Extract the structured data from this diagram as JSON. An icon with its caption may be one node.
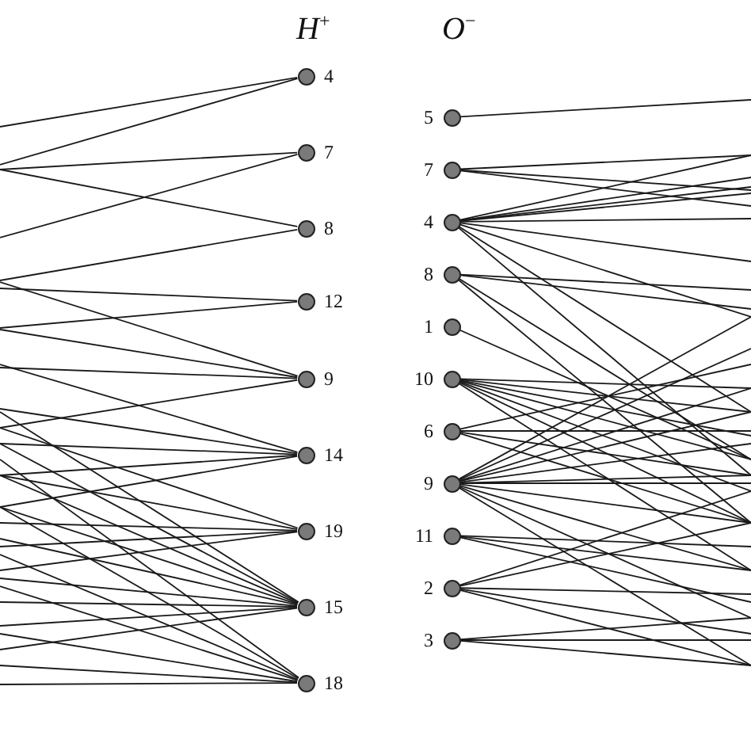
{
  "diagram": {
    "nodes": [
      {
        "text": [
          "4"
        ]
      },
      {
        "text": [
          "7"
        ]
      },
      {
        "text": [
          "8"
        ]
      },
      {
        "text": [
          "12"
        ]
      },
      {
        "text": [
          "9"
        ]
      },
      {
        "text": [
          "14"
        ]
      },
      {
        "text": [
          "19"
        ]
      },
      {
        "text": [
          "15"
        ]
      },
      {
        "text": [
          "18"
        ]
      },
      {
        "text": [
          "5"
        ]
      },
      {
        "text": [
          "7"
        ]
      },
      {
        "text": [
          "4"
        ]
      },
      {
        "text": [
          "8"
        ]
      },
      {
        "text": [
          "1"
        ]
      },
      {
        "text": [
          "10"
        ]
      },
      {
        "text": [
          "6"
        ]
      },
      {
        "text": [
          "9"
        ]
      },
      {
        "text": [
          "11"
        ]
      },
      {
        "text": [
          "2"
        ]
      },
      {
        "text": [
          "3"
        ]
      }
    ],
    "edges": [
      {
        "from": null,
        "to": 0,
        "arrow": "none"
      },
      {
        "from": null,
        "to": 0,
        "arrow": "none"
      },
      {
        "from": null,
        "to": 1,
        "arrow": "none"
      },
      {
        "from": null,
        "to": 1,
        "arrow": "none"
      },
      {
        "from": null,
        "to": 2,
        "arrow": "none"
      },
      {
        "from": null,
        "to": 2,
        "arrow": "none"
      },
      {
        "from": null,
        "to": 3,
        "arrow": "none"
      },
      {
        "from": null,
        "to": 3,
        "arrow": "none"
      },
      {
        "from": null,
        "to": 4,
        "arrow": "none"
      },
      {
        "from": null,
        "to": 4,
        "arrow": "none"
      },
      {
        "from": null,
        "to": 4,
        "arrow": "none"
      },
      {
        "from": null,
        "to": 4,
        "arrow": "none"
      },
      {
        "from": null,
        "to": 5,
        "arrow": "none"
      },
      {
        "from": null,
        "to": 5,
        "arrow": "none"
      },
      {
        "from": null,
        "to": 5,
        "arrow": "none"
      },
      {
        "from": null,
        "to": 5,
        "arrow": "none"
      },
      {
        "from": null,
        "to": 5,
        "arrow": "none"
      },
      {
        "from": null,
        "to": 6,
        "arrow": "none"
      },
      {
        "from": null,
        "to": 6,
        "arrow": "none"
      },
      {
        "from": null,
        "to": 6,
        "arrow": "none"
      },
      {
        "from": null,
        "to": 6,
        "arrow": "none"
      },
      {
        "from": null,
        "to": 6,
        "arrow": "none"
      },
      {
        "from": null,
        "to": 7,
        "arrow": "none"
      },
      {
        "from": null,
        "to": 7,
        "arrow": "none"
      },
      {
        "from": null,
        "to": 7,
        "arrow": "none"
      },
      {
        "from": null,
        "to": 7,
        "arrow": "none"
      },
      {
        "from": null,
        "to": 7,
        "arrow": "none"
      },
      {
        "from": null,
        "to": 7,
        "arrow": "none"
      },
      {
        "from": null,
        "to": 7,
        "arrow": "none"
      },
      {
        "from": null,
        "to": 7,
        "arrow": "none"
      },
      {
        "from": null,
        "to": 7,
        "arrow": "none"
      },
      {
        "from": null,
        "to": 8,
        "arrow": "none"
      },
      {
        "from": null,
        "to": 8,
        "arrow": "none"
      },
      {
        "from": null,
        "to": 8,
        "arrow": "none"
      },
      {
        "from": null,
        "to": 8,
        "arrow": "none"
      },
      {
        "from": null,
        "to": 8,
        "arrow": "none"
      },
      {
        "from": null,
        "to": 8,
        "arrow": "none"
      },
      {
        "from": null,
        "to": 8,
        "arrow": "none"
      },
      {
        "from": 9,
        "to": null,
        "arrow": "none"
      },
      {
        "from": 10,
        "to": null,
        "arrow": "none"
      },
      {
        "from": 10,
        "to": null,
        "arrow": "none"
      },
      {
        "from": 10,
        "to": null,
        "arrow": "none"
      },
      {
        "from": 11,
        "to": null,
        "arrow": "none"
      },
      {
        "from": 11,
        "to": null,
        "arrow": "none"
      },
      {
        "from": 11,
        "to": null,
        "arrow": "none"
      },
      {
        "from": 11,
        "to": null,
        "arrow": "none"
      },
      {
        "from": 11,
        "to": null,
        "arrow": "none"
      },
      {
        "from": 11,
        "to": null,
        "arrow": "none"
      },
      {
        "from": 11,
        "to": null,
        "arrow": "none"
      },
      {
        "from": 11,
        "to": null,
        "arrow": "none"
      },
      {
        "from": 11,
        "to": null,
        "arrow": "none"
      },
      {
        "from": 12,
        "to": null,
        "arrow": "none"
      },
      {
        "from": 12,
        "to": null,
        "arrow": "none"
      },
      {
        "from": 12,
        "to": null,
        "arrow": "none"
      },
      {
        "from": 12,
        "to": null,
        "arrow": "none"
      },
      {
        "from": 13,
        "to": null,
        "arrow": "none"
      },
      {
        "from": 14,
        "to": null,
        "arrow": "none"
      },
      {
        "from": 14,
        "to": null,
        "arrow": "none"
      },
      {
        "from": 14,
        "to": null,
        "arrow": "none"
      },
      {
        "from": 14,
        "to": null,
        "arrow": "none"
      },
      {
        "from": 14,
        "to": null,
        "arrow": "none"
      },
      {
        "from": 14,
        "to": null,
        "arrow": "none"
      },
      {
        "from": 14,
        "to": null,
        "arrow": "none"
      },
      {
        "from": 15,
        "to": null,
        "arrow": "none"
      },
      {
        "from": 15,
        "to": null,
        "arrow": "none"
      },
      {
        "from": 15,
        "to": null,
        "arrow": "none"
      },
      {
        "from": 15,
        "to": null,
        "arrow": "none"
      },
      {
        "from": 16,
        "to": null,
        "arrow": "none"
      },
      {
        "from": 16,
        "to": null,
        "arrow": "none"
      },
      {
        "from": 16,
        "to": null,
        "arrow": "none"
      },
      {
        "from": 16,
        "to": null,
        "arrow": "none"
      },
      {
        "from": 16,
        "to": null,
        "arrow": "none"
      },
      {
        "from": 16,
        "to": null,
        "arrow": "none"
      },
      {
        "from": 16,
        "to": null,
        "arrow": "none"
      },
      {
        "from": 16,
        "to": null,
        "arrow": "none"
      },
      {
        "from": 16,
        "to": null,
        "arrow": "none"
      },
      {
        "from": 16,
        "to": null,
        "arrow": "none"
      },
      {
        "from": 16,
        "to": null,
        "arrow": "none"
      },
      {
        "from": 17,
        "to": null,
        "arrow": "none"
      },
      {
        "from": 17,
        "to": null,
        "arrow": "none"
      },
      {
        "from": 17,
        "to": null,
        "arrow": "none"
      },
      {
        "from": 18,
        "to": null,
        "arrow": "none"
      },
      {
        "from": 18,
        "to": null,
        "arrow": "none"
      },
      {
        "from": 18,
        "to": null,
        "arrow": "none"
      },
      {
        "from": 18,
        "to": null,
        "arrow": "none"
      },
      {
        "from": 18,
        "to": null,
        "arrow": "none"
      },
      {
        "from": 19,
        "to": null,
        "arrow": "none"
      },
      {
        "from": 19,
        "to": null,
        "arrow": "none"
      },
      {
        "from": 19,
        "to": null,
        "arrow": "none"
      }
    ],
    "labels": [
      "H$^{+}$",
      "O$^{−}$"
    ]
  }
}
